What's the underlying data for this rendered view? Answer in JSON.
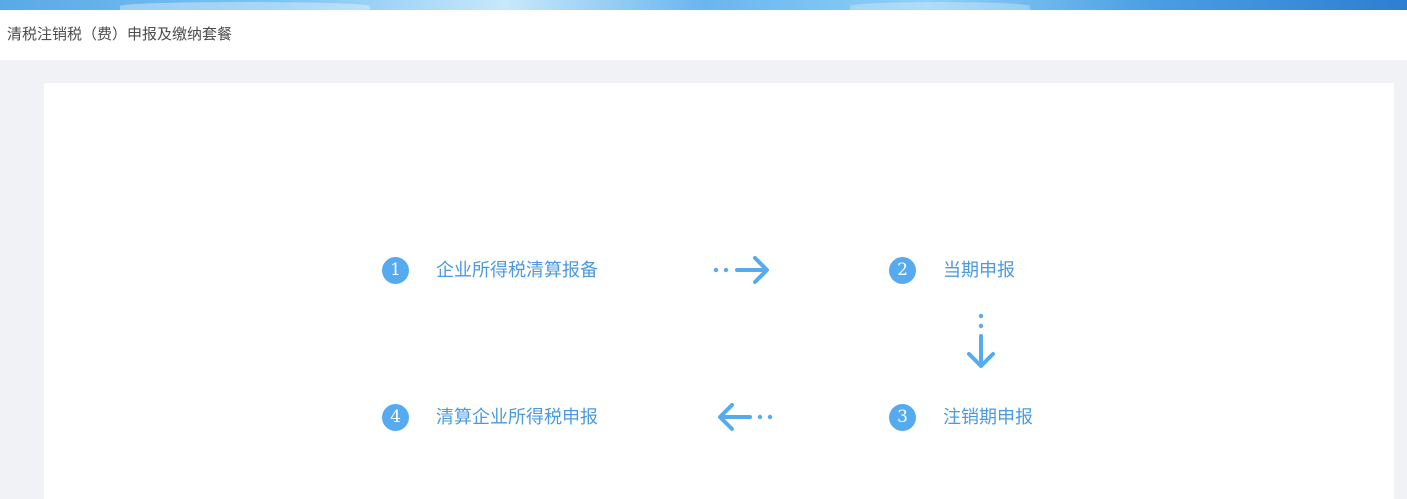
{
  "page": {
    "breadcrumb": "清税注销税（费）申报及缴纳套餐"
  },
  "steps": [
    {
      "number": "1",
      "label": "企业所得税清算报备"
    },
    {
      "number": "2",
      "label": "当期申报"
    },
    {
      "number": "3",
      "label": "注销期申报"
    },
    {
      "number": "4",
      "label": "清算企业所得税申报"
    }
  ],
  "colors": {
    "accent": "#55aaf0",
    "link": "#4b9adf",
    "background": "#f1f2f5"
  },
  "icons": {
    "step_1_to_2": "dotted-arrow-right-icon",
    "step_2_to_3": "dotted-arrow-down-icon",
    "step_3_to_4": "dotted-arrow-left-icon"
  }
}
